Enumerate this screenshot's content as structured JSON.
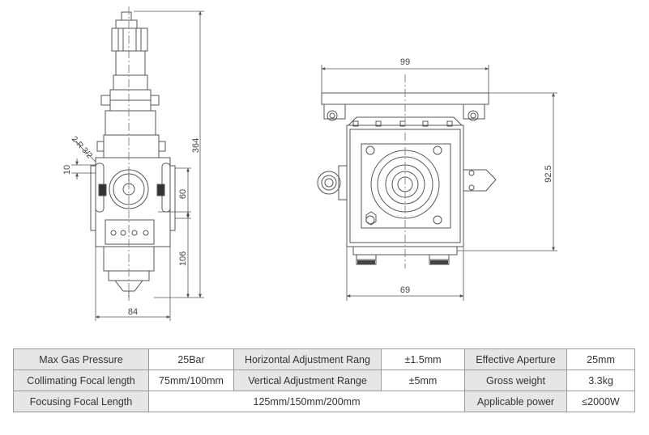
{
  "dimensions": {
    "side_view": {
      "height_total": "364",
      "label_10": "10",
      "label_60": "60",
      "label_106": "106",
      "width_84": "84",
      "thread": "2-R 3/2"
    },
    "front_view": {
      "width_99": "99",
      "height_92_5": "92.5",
      "width_69": "69"
    }
  },
  "specs": {
    "rows": [
      [
        {
          "label": "Max Gas Pressure",
          "value": "25Bar"
        },
        {
          "label": "Horizontal Adjustment Rang",
          "value": "±1.5mm"
        },
        {
          "label": "Effective Aperture",
          "value": "25mm"
        }
      ],
      [
        {
          "label": "Collimating Focal length",
          "value": "75mm/100mm"
        },
        {
          "label": "Vertical Adjustment Range",
          "value": "±5mm"
        },
        {
          "label": "Gross weight",
          "value": "3.3kg"
        }
      ],
      [
        {
          "label": "Focusing Focal Length",
          "value": "125mm/150mm/200mm"
        },
        {
          "label": "Applicable power",
          "value": "≤2000W"
        }
      ]
    ]
  },
  "colors": {
    "line": "#555555",
    "table_label_bg": "#e6e6e6",
    "table_border": "#9a9a9a"
  }
}
